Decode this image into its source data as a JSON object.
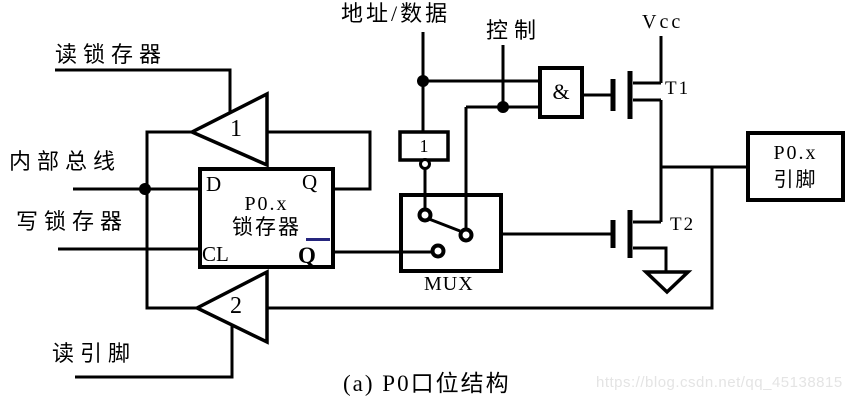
{
  "diagram": {
    "caption": "(a) P0口位结构",
    "watermark": "https://blog.csdn.net/qq_45138815"
  },
  "labels": {
    "read_latch": "读锁存器",
    "internal_bus": "内部总线",
    "write_latch": "写锁存器",
    "read_pin": "读引脚",
    "addr_data": "地址/数据",
    "control": "控制",
    "vcc": "Vcc",
    "t1": "T1",
    "t2": "T2",
    "buffer1": "1",
    "buffer2": "2",
    "inverter": "1",
    "and_gate": "&",
    "mux": "MUX"
  },
  "latch": {
    "d": "D",
    "q": "Q",
    "cl": "CL",
    "q_bar": "Q",
    "name_line1": "P0.x",
    "name_line2": "锁存器"
  },
  "pin_box": {
    "line1": "P0.x",
    "line2": "引脚"
  },
  "colors": {
    "line": "#000000",
    "background": "#ffffff",
    "watermark": "#e4e4e4",
    "qbar_overline": "#26267e"
  }
}
